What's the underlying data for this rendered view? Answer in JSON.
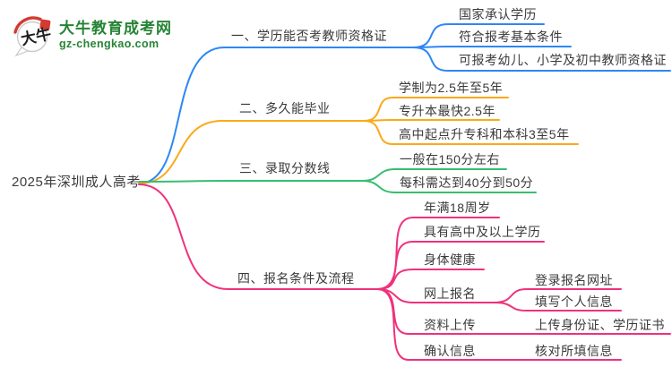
{
  "logo": {
    "brand": "大牛教育成考网",
    "domain": "gz-chengkao.com",
    "icon_text": "大牛",
    "brand_color": "#268435",
    "seal_color": "#d43a2f"
  },
  "root": {
    "label": "2025年深圳成人高考"
  },
  "colors": {
    "blue": "#2d87f5",
    "orange": "#fba919",
    "green": "#36be70",
    "pink": "#f0317d",
    "text": "#3a3a3a"
  },
  "branches": [
    {
      "label": "一、学历能否考教师资格证",
      "color": "#2d87f5",
      "children": [
        {
          "label": "国家承认学历"
        },
        {
          "label": "符合报考基本条件"
        },
        {
          "label": "可报考幼儿、小学及初中教师资格证"
        }
      ]
    },
    {
      "label": "二、多久能毕业",
      "color": "#fba919",
      "children": [
        {
          "label": "学制为2.5年至5年"
        },
        {
          "label": "专升本最快2.5年"
        },
        {
          "label": "高中起点升专科和本科3至5年"
        }
      ]
    },
    {
      "label": "三、录取分数线",
      "color": "#36be70",
      "children": [
        {
          "label": "一般在150分左右"
        },
        {
          "label": "每科需达到40分到50分"
        }
      ]
    },
    {
      "label": "四、报名条件及流程",
      "color": "#f0317d",
      "children": [
        {
          "label": "年满18周岁"
        },
        {
          "label": "具有高中及以上学历"
        },
        {
          "label": "身体健康"
        },
        {
          "label": "网上报名",
          "children": [
            {
              "label": "登录报名网址"
            },
            {
              "label": "填写个人信息"
            }
          ]
        },
        {
          "label": "资料上传",
          "children": [
            {
              "label": "上传身份证、学历证书"
            }
          ]
        },
        {
          "label": "确认信息",
          "children": [
            {
              "label": "核对所填信息"
            }
          ]
        }
      ]
    }
  ]
}
